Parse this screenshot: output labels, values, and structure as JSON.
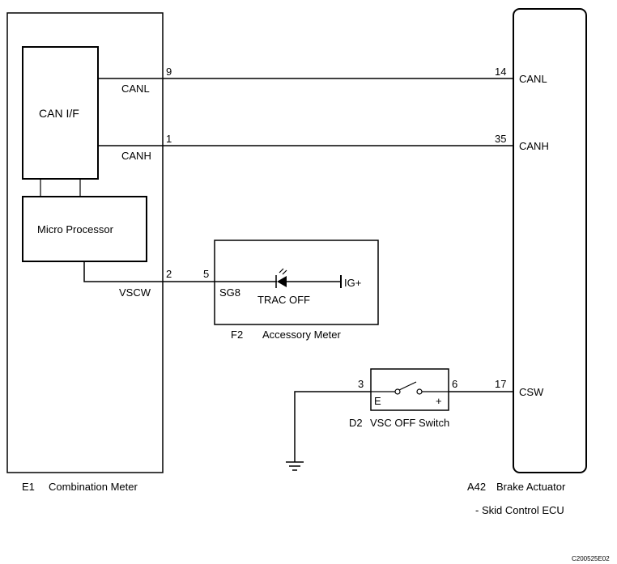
{
  "components": {
    "combination_meter": {
      "ref": "E1",
      "name": "Combination Meter"
    },
    "can_if": "CAN I/F",
    "micro_processor": "Micro Processor",
    "accessory_meter": {
      "ref": "F2",
      "name": "Accessory Meter",
      "pin_label": "SG8",
      "lamp_label": "TRAC OFF",
      "supply_label": "IG+"
    },
    "vsc_off_switch": {
      "ref": "D2",
      "name": "VSC OFF Switch",
      "term_e": "E",
      "term_plus": "+"
    },
    "brake_actuator": {
      "ref": "A42",
      "name": "Brake Actuator",
      "subname": "- Skid Control ECU"
    }
  },
  "signals": {
    "canl_left": "CANL",
    "canh_left": "CANH",
    "vscw": "VSCW",
    "canl_right": "CANL",
    "canh_right": "CANH",
    "csw": "CSW"
  },
  "pins": {
    "e1_canl": "9",
    "e1_canh": "1",
    "e1_vscw": "2",
    "f2_sg8": "5",
    "a42_canl": "14",
    "a42_canh": "35",
    "a42_csw": "17",
    "d2_e": "3",
    "d2_plus": "6"
  },
  "figure_code": "C200525E02"
}
